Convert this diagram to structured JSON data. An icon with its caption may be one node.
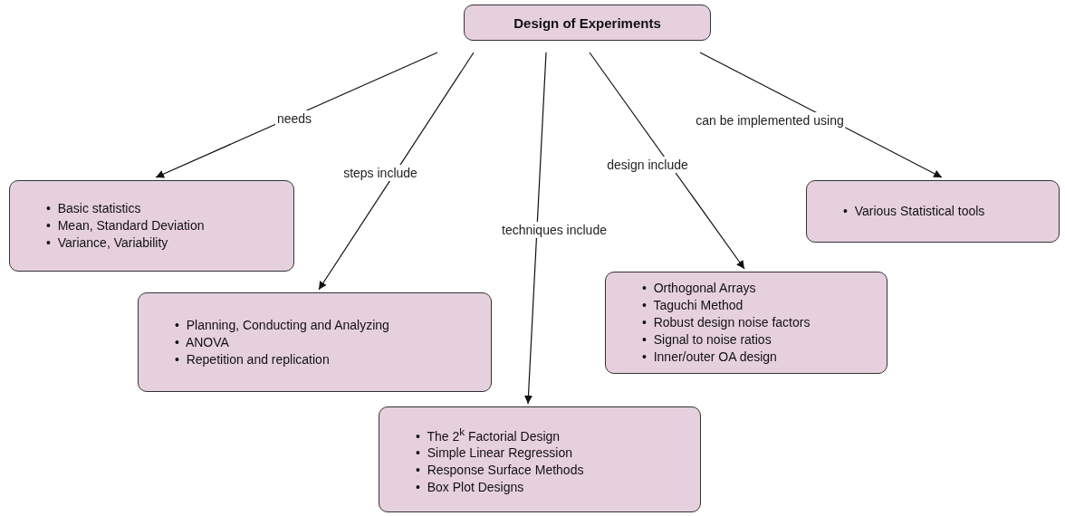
{
  "diagram": {
    "nodes": [
      {
        "text": [
          "Design of Experiments"
        ]
      },
      {
        "text": [
          "•  Basic statistics",
          "•  Mean, Standard Deviation",
          "•  Variance, Variability"
        ]
      },
      {
        "text": [
          "•  Planning, Conducting and Analyzing",
          "•  ANOVA",
          "•  Repetition and replication"
        ]
      },
      {
        "text": [
          "•  The 2$^{k}$ Factorial Design",
          "•  Simple Linear Regression",
          "•  Response Surface Methods",
          "•  Box Plot Designs"
        ]
      },
      {
        "text": [
          "•  Orthogonal Arrays",
          "•  Taguchi Method",
          "•  Robust design noise factors",
          "•  Signal to noise ratios",
          "•  Inner/outer OA design"
        ]
      },
      {
        "text": [
          "•  Various Statistical tools"
        ]
      }
    ],
    "edges": [
      {
        "from": 0,
        "to": 1,
        "arrow": "to",
        "label": "needs"
      },
      {
        "from": 0,
        "to": 2,
        "arrow": "to",
        "label": "steps include"
      },
      {
        "from": 0,
        "to": 3,
        "arrow": "to",
        "label": "techniques include"
      },
      {
        "from": 0,
        "to": 4,
        "arrow": "to",
        "label": "design include"
      },
      {
        "from": 0,
        "to": 5,
        "arrow": "to",
        "label": "can be implemented using"
      }
    ]
  }
}
